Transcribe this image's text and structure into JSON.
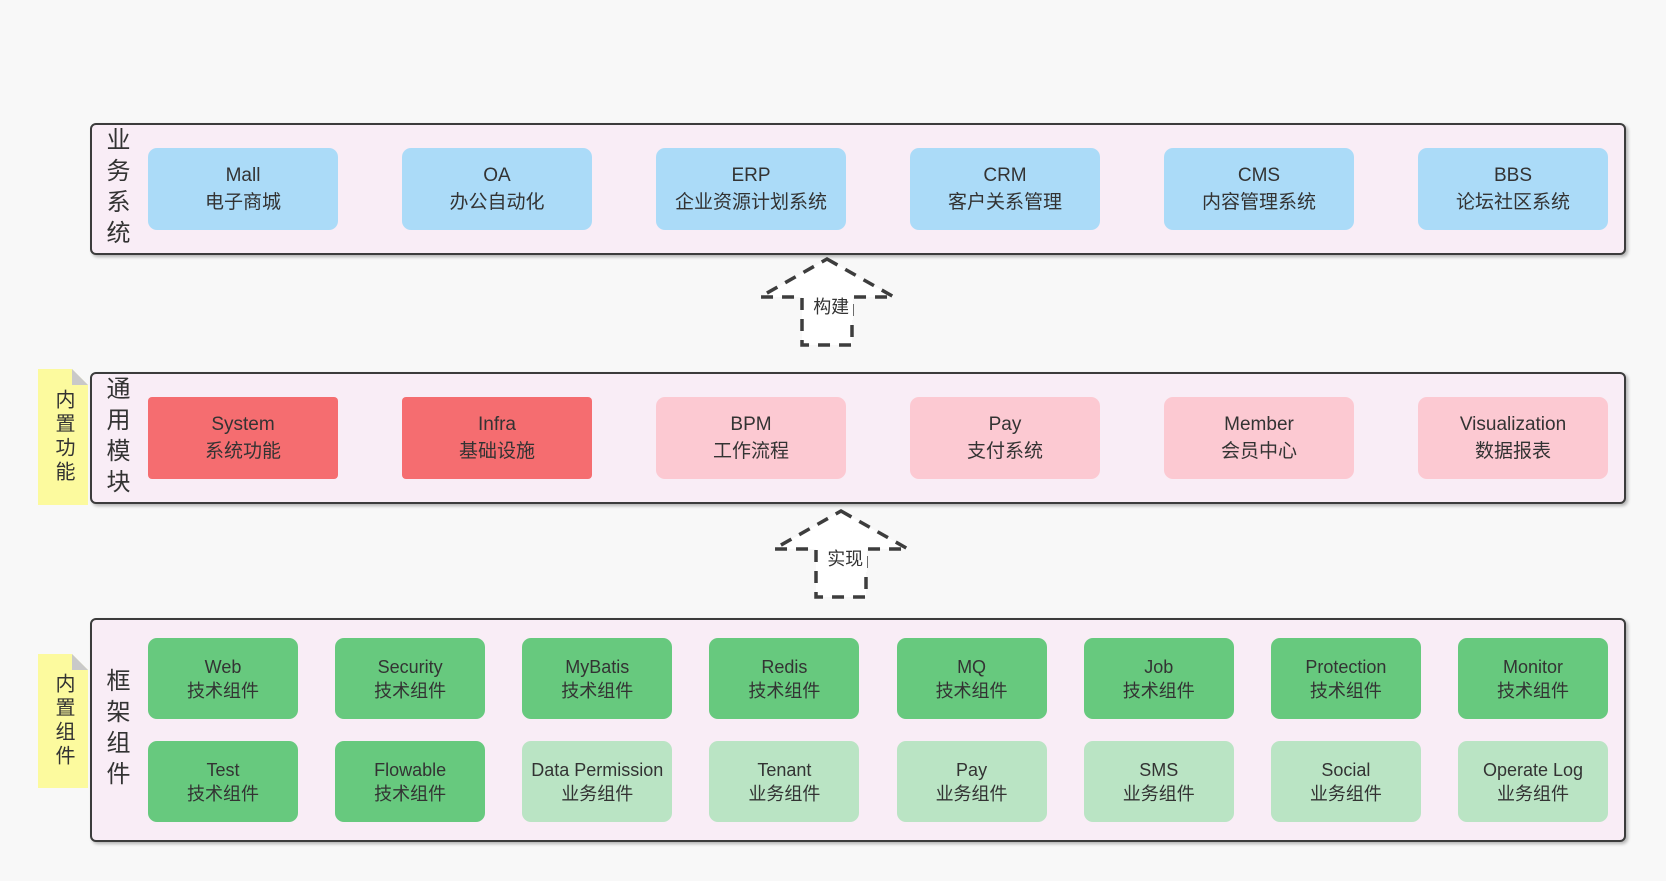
{
  "palette": {
    "page_bg": "#f8f8f8",
    "band_bg": "#f9edf6",
    "band_border": "#3c3c3c",
    "box_blue": "#abdbf8",
    "box_red": "#f56d70",
    "box_pink": "#fcc9d2",
    "box_green_dark": "#67c97e",
    "box_green_light": "#bae4c4",
    "note_bg": "#fcfa9e",
    "note_fold": "#c9c9c9",
    "text": "#333333",
    "arrow_stroke": "#3d3d3d",
    "arrow_fill": "#ffffff",
    "label_bg": "#ffffff"
  },
  "arrows": {
    "build": {
      "label": "构建"
    },
    "implement": {
      "label": "实现"
    }
  },
  "bands": {
    "business": {
      "side_label": "业务系统",
      "boxes": [
        {
          "title": "Mall",
          "subtitle": "电子商城"
        },
        {
          "title": "OA",
          "subtitle": "办公自动化"
        },
        {
          "title": "ERP",
          "subtitle": "企业资源计划系统"
        },
        {
          "title": "CRM",
          "subtitle": "客户关系管理"
        },
        {
          "title": "CMS",
          "subtitle": "内容管理系统"
        },
        {
          "title": "BBS",
          "subtitle": "论坛社区系统"
        }
      ]
    },
    "modules": {
      "side_label": "通用模块",
      "note": "内置功能",
      "boxes": [
        {
          "title": "System",
          "subtitle": "系统功能"
        },
        {
          "title": "Infra",
          "subtitle": "基础设施"
        },
        {
          "title": "BPM",
          "subtitle": "工作流程"
        },
        {
          "title": "Pay",
          "subtitle": "支付系统"
        },
        {
          "title": "Member",
          "subtitle": "会员中心"
        },
        {
          "title": "Visualization",
          "subtitle": "数据报表"
        }
      ]
    },
    "components": {
      "side_label": "框架组件",
      "note": "内置组件",
      "row1": [
        {
          "title": "Web",
          "subtitle": "技术组件"
        },
        {
          "title": "Security",
          "subtitle": "技术组件"
        },
        {
          "title": "MyBatis",
          "subtitle": "技术组件"
        },
        {
          "title": "Redis",
          "subtitle": "技术组件"
        },
        {
          "title": "MQ",
          "subtitle": "技术组件"
        },
        {
          "title": "Job",
          "subtitle": "技术组件"
        },
        {
          "title": "Protection",
          "subtitle": "技术组件"
        },
        {
          "title": "Monitor",
          "subtitle": "技术组件"
        }
      ],
      "row2": [
        {
          "title": "Test",
          "subtitle": "技术组件"
        },
        {
          "title": "Flowable",
          "subtitle": "技术组件"
        },
        {
          "title": "Data Permission",
          "subtitle": "业务组件"
        },
        {
          "title": "Tenant",
          "subtitle": "业务组件"
        },
        {
          "title": "Pay",
          "subtitle": "业务组件"
        },
        {
          "title": "SMS",
          "subtitle": "业务组件"
        },
        {
          "title": "Social",
          "subtitle": "业务组件"
        },
        {
          "title": "Operate Log",
          "subtitle": "业务组件"
        }
      ]
    }
  }
}
